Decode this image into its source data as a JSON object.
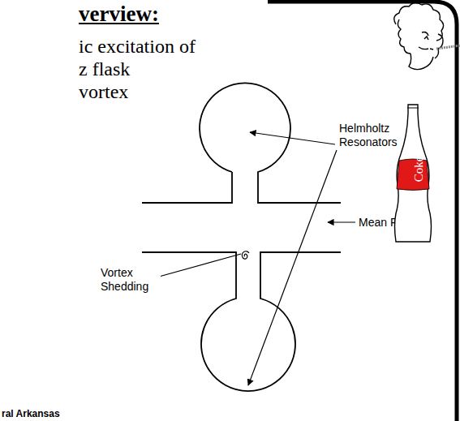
{
  "diagram": {
    "title": "verview:",
    "nodes": [
      {
        "text": [
          "Coke"
        ]
      }
    ],
    "labels": [
      "ic excitation of",
      "z flask",
      "vortex",
      "Helmholtz Resonators",
      "Mean Flow",
      "Vortex Shedding",
      "ral Arkansas"
    ]
  }
}
